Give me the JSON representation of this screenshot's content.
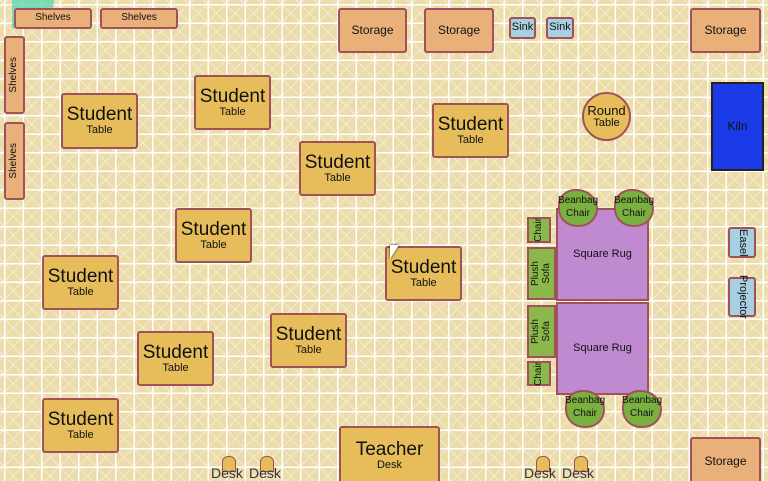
{
  "shelves": [
    "Shelves",
    "Shelves",
    "Shelves",
    "Shelves"
  ],
  "storage": [
    "Storage",
    "Storage",
    "Storage",
    "Storage"
  ],
  "sinks": [
    "Sink",
    "Sink"
  ],
  "round_table": {
    "title": "Round",
    "sub": "Table"
  },
  "kiln": "Kiln",
  "student_table": {
    "title": "Student",
    "sub": "Table",
    "count": 10
  },
  "teacher_desk": {
    "title": "Teacher",
    "sub": "Desk"
  },
  "square_rugs": [
    "Square Rug",
    "Square Rug"
  ],
  "chairs": [
    "Chair",
    "Chair"
  ],
  "sofas": [
    {
      "a": "Plush",
      "b": "Sofa"
    },
    {
      "a": "Plush",
      "b": "Sofa"
    }
  ],
  "beanbags": [
    {
      "a": "Beanbag",
      "b": "Chair"
    },
    {
      "a": "Beanbag",
      "b": "Chair"
    },
    {
      "a": "Beanbag",
      "b": "Chair"
    },
    {
      "a": "Beanbag",
      "b": "Chair"
    }
  ],
  "easel": "Easel",
  "projector": "Projector",
  "desks": [
    "Desk",
    "Desk",
    "Desk",
    "Desk"
  ],
  "colors": {
    "floor": "#ecdcaa",
    "furniture": "#eab07a",
    "table": "#e6bd5a",
    "rug": "#c08ad0",
    "green": "#7ab040",
    "kiln": "#1a3ae8",
    "equipment": "#a8d0e0"
  }
}
